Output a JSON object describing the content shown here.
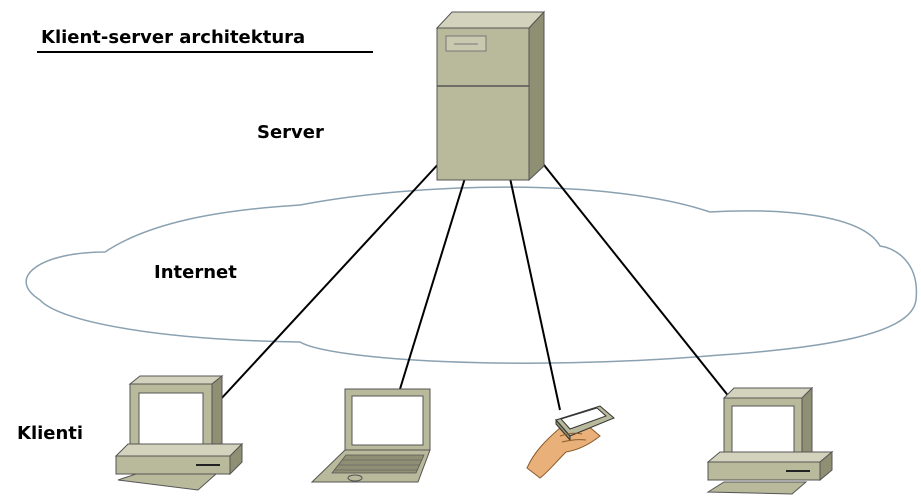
{
  "title": "Klient-server architektura",
  "labels": {
    "server": "Server",
    "internet": "Internet",
    "clients": "Klienti"
  },
  "colors": {
    "device_body": "#b9b99c",
    "device_dark": "#8f8f74",
    "device_light": "#d3d3bd",
    "cloud_stroke": "#8aa1b1",
    "skin": "#e9b07a",
    "line": "#000000"
  },
  "icons": [
    "server-tower-icon",
    "desktop-computer-icon",
    "laptop-icon",
    "handheld-pda-icon",
    "desktop-computer-icon"
  ]
}
